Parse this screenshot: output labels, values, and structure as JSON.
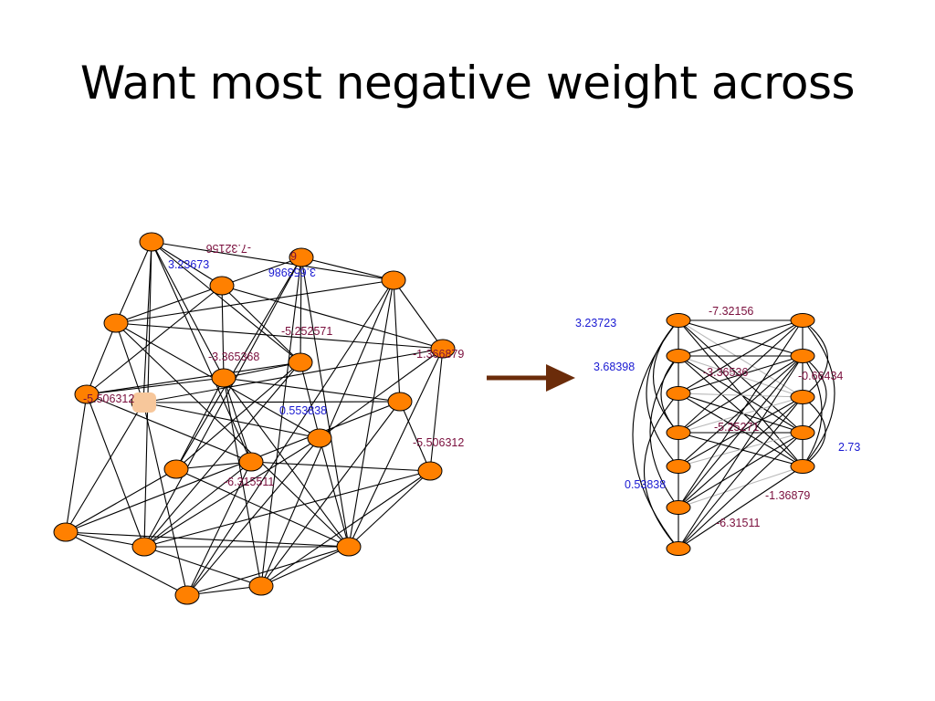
{
  "slide": {
    "title": "Want most negative weight across"
  },
  "colors": {
    "node": "#ff8000",
    "positive_label": "#1a1ad2",
    "negative_label": "#7a0f3d",
    "arrow": "#6b2c0a"
  },
  "left_graph": {
    "labels": [
      {
        "text": "-7.32156",
        "tone": "negative",
        "flipped": true
      },
      {
        "text": "6",
        "tone": "negative",
        "flipped": true
      },
      {
        "text": "3.23673",
        "tone": "positive",
        "flipped": false
      },
      {
        "text": "3.653986",
        "tone": "positive",
        "flipped": true
      },
      {
        "text": "-5.252571",
        "tone": "negative",
        "flipped": false
      },
      {
        "text": "-3.365368",
        "tone": "negative",
        "flipped": false
      },
      {
        "text": "-1.366879",
        "tone": "negative",
        "flipped": false
      },
      {
        "text": "-5.506312",
        "tone": "negative",
        "flipped": false
      },
      {
        "text": "0.553838",
        "tone": "positive",
        "flipped": false
      },
      {
        "text": "-5.506312",
        "tone": "negative",
        "flipped": false
      },
      {
        "text": "-6.315511",
        "tone": "negative",
        "flipped": false
      }
    ]
  },
  "right_graph": {
    "labels": [
      {
        "text": "-7.32156",
        "tone": "negative"
      },
      {
        "text": "3.23723",
        "tone": "positive"
      },
      {
        "text": "3.68398",
        "tone": "positive"
      },
      {
        "text": "-3.36536",
        "tone": "negative"
      },
      {
        "text": "-0.66434",
        "tone": "negative"
      },
      {
        "text": "-5.25271",
        "tone": "negative"
      },
      {
        "text": "2.73",
        "tone": "positive"
      },
      {
        "text": "0.53838",
        "tone": "positive"
      },
      {
        "text": "-1.36879",
        "tone": "negative"
      },
      {
        "text": "-6.31511",
        "tone": "negative"
      }
    ]
  }
}
